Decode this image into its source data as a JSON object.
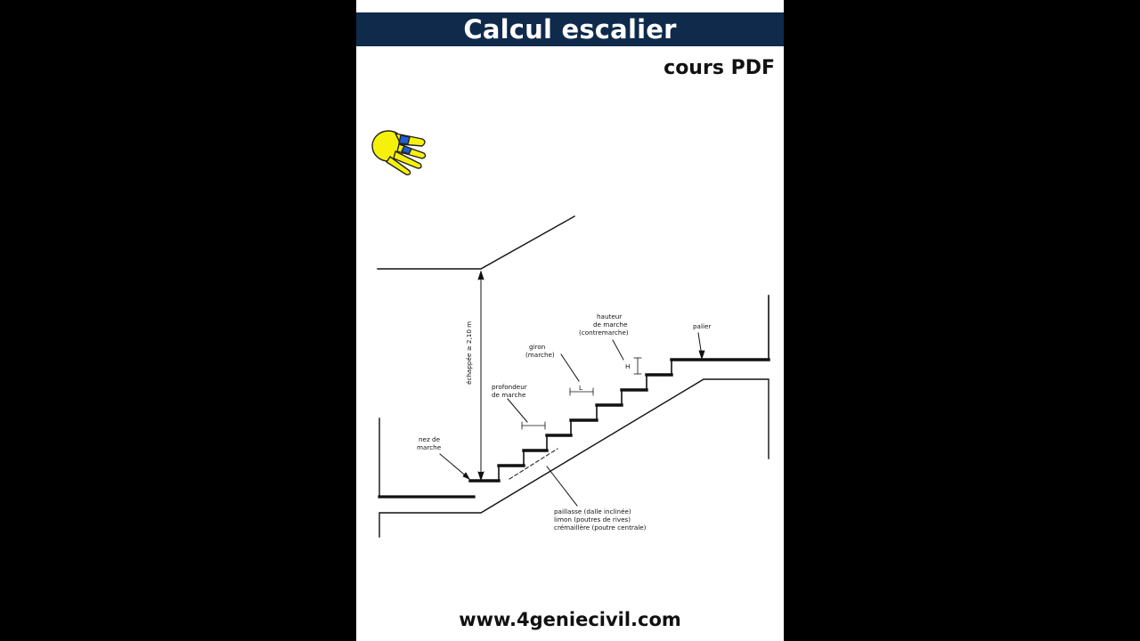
{
  "title": "Calcul escalier",
  "subtitle": "cours PDF",
  "footer_url": "www.4geniecivil.com",
  "colors": {
    "page_background": "#000000",
    "panel_background": "#ffffff",
    "title_bar": "#0f2a4a",
    "title_text": "#ffffff",
    "hand_fill": "#f5f10a",
    "hand_accent": "#1f5fd6"
  },
  "icons": [
    "pointing-hand-icon"
  ],
  "diagram": {
    "labels": {
      "echappee": "échappée ≥ 2,10 m",
      "nez_line1": "nez de",
      "nez_line2": "marche",
      "profondeur_line1": "profondeur",
      "profondeur_line2": "de marche",
      "giron_line1": "giron",
      "giron_line2": "(marche)",
      "giron_mark": "L",
      "hauteur_line1": "hauteur",
      "hauteur_line2": "de marche",
      "hauteur_line3": "(contremarche)",
      "hauteur_mark": "H",
      "palier": "palier",
      "paillasse_line1": "paillasse (dalle inclinée)",
      "paillasse_line2": "limon (poutres de rives)",
      "paillasse_line3": "crémaillère (poutre centrale)"
    }
  }
}
